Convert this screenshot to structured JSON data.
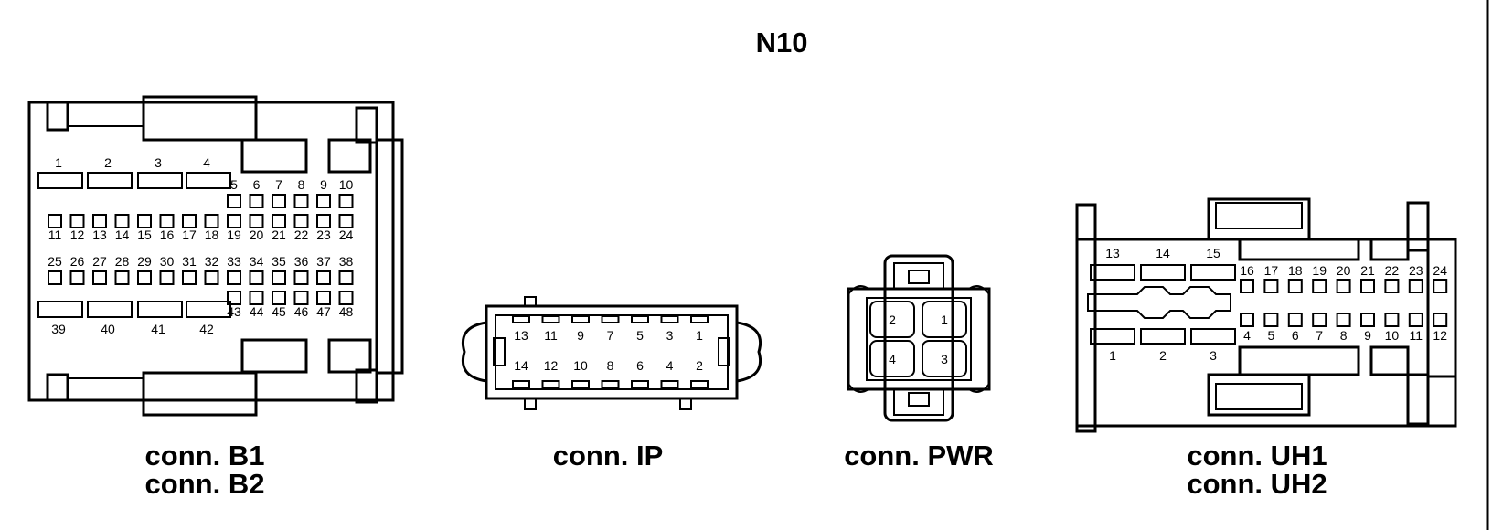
{
  "title": "N10",
  "connectors": {
    "b": {
      "caption1": "conn. B1",
      "caption2": "conn. B2",
      "pins": {
        "top_large": [
          "1",
          "2",
          "3",
          "4"
        ],
        "row_5_10": [
          "5",
          "6",
          "7",
          "8",
          "9",
          "10"
        ],
        "row_11_24": [
          "11",
          "12",
          "13",
          "14",
          "15",
          "16",
          "17",
          "18",
          "19",
          "20",
          "21",
          "22",
          "23",
          "24"
        ],
        "row_25_38": [
          "25",
          "26",
          "27",
          "28",
          "29",
          "30",
          "31",
          "32",
          "33",
          "34",
          "35",
          "36",
          "37",
          "38"
        ],
        "row_43_48": [
          "43",
          "44",
          "45",
          "46",
          "47",
          "48"
        ],
        "bottom_large": [
          "39",
          "40",
          "41",
          "42"
        ]
      }
    },
    "ip": {
      "caption": "conn. IP",
      "pins": {
        "top": [
          "13",
          "11",
          "9",
          "7",
          "5",
          "3",
          "1"
        ],
        "bottom": [
          "14",
          "12",
          "10",
          "8",
          "6",
          "4",
          "2"
        ]
      }
    },
    "pwr": {
      "caption": "conn. PWR",
      "pins": [
        "2",
        "1",
        "4",
        "3"
      ]
    },
    "uh": {
      "caption1": "conn. UH1",
      "caption2": "conn. UH2",
      "pins": {
        "top_large": [
          "13",
          "14",
          "15"
        ],
        "row_16_24": [
          "16",
          "17",
          "18",
          "19",
          "20",
          "21",
          "22",
          "23",
          "24"
        ],
        "row_4_12": [
          "4",
          "5",
          "6",
          "7",
          "8",
          "9",
          "10",
          "11",
          "12"
        ],
        "bottom_large": [
          "1",
          "2",
          "3"
        ]
      }
    }
  }
}
